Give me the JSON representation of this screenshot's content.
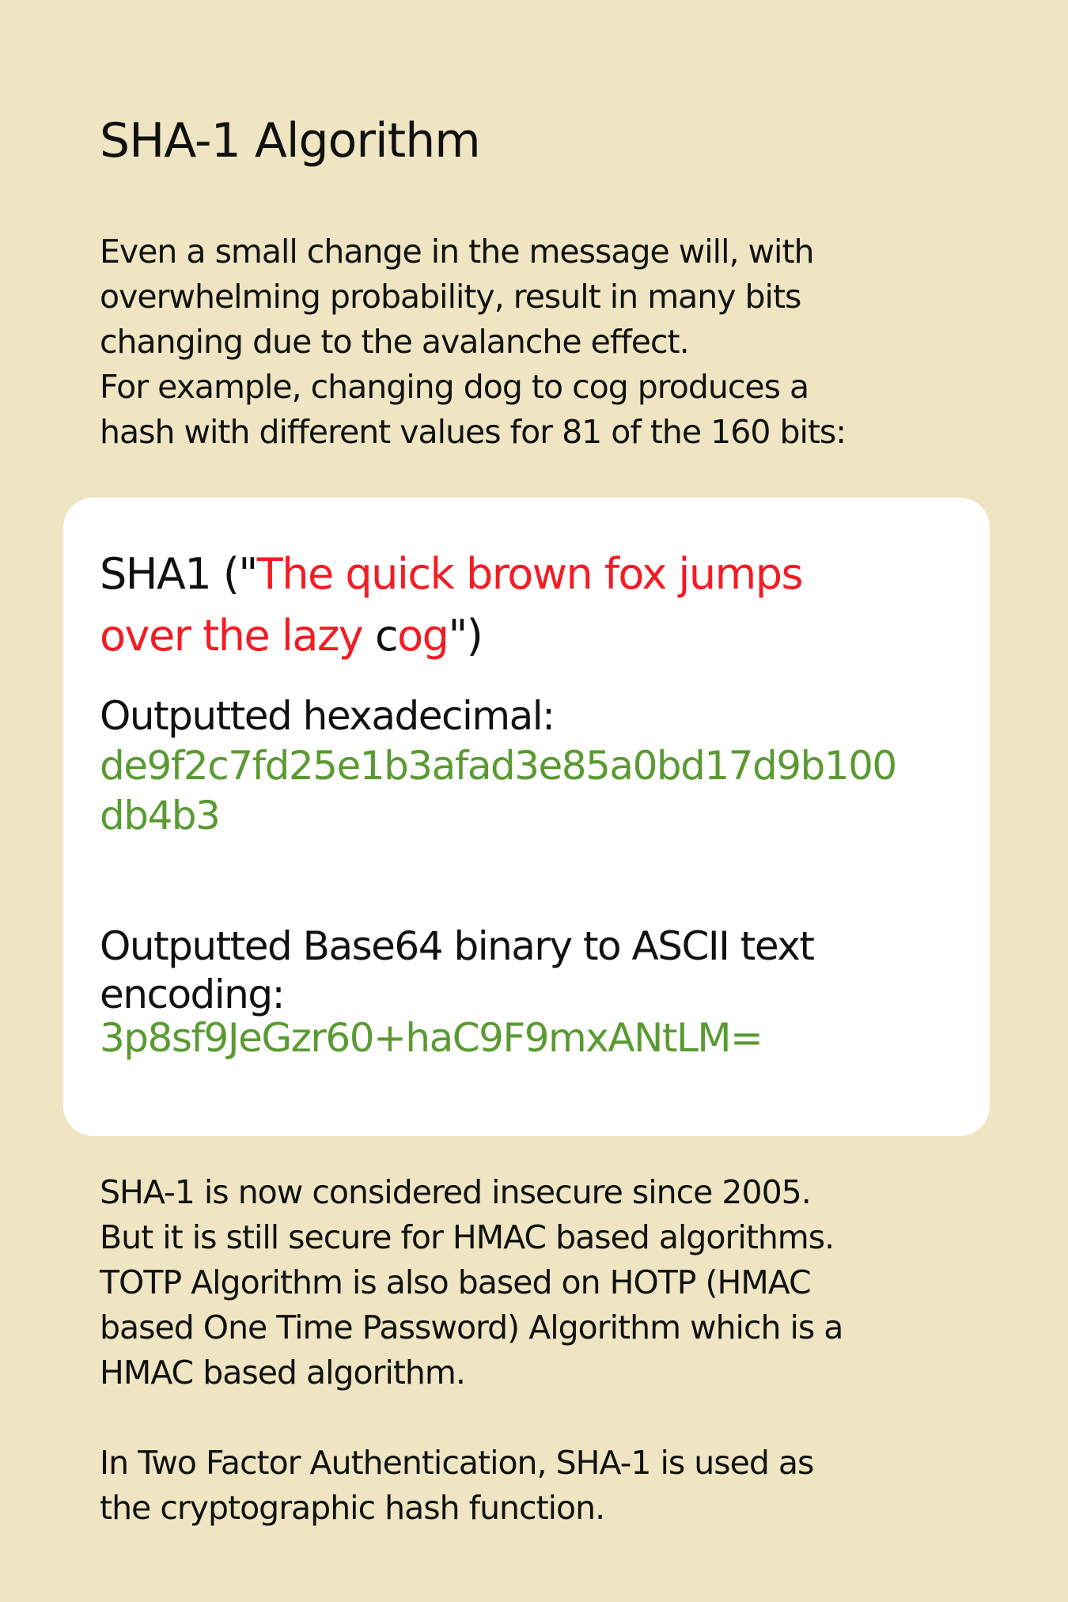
{
  "title": "SHA-1 Algorithm",
  "intro": {
    "lines": [
      "Even a small change in the message will, with",
      "overwhelming probability, result in many bits",
      "changing due to the avalanche effect.",
      "For example, changing dog to cog produces a",
      "hash with different values for 81 of the 160 bits:"
    ]
  },
  "card": {
    "sha_prefix": "SHA1 (\"",
    "message_line1": "The quick brown fox jumps",
    "message_line2_red": "over the lazy ",
    "message_changed_char": "c",
    "message_tail_red": "og",
    "sha_suffix": "\")",
    "hex_label": "Outputted hexadecimal:",
    "hex_line1": "de9f2c7fd25e1b3afad3e85a0bd17d9b100",
    "hex_line2": "db4b3",
    "base64_label_line1": "Outputted Base64 binary to ASCII text",
    "base64_label_line2": "encoding:",
    "base64_value": "3p8sf9JeGzr60+haC9F9mxANtLM="
  },
  "outro": {
    "paragraph1": [
      "SHA-1 is now considered insecure since 2005.",
      "But it is still secure for HMAC based algorithms.",
      "TOTP Algorithm is also based on HOTP (HMAC",
      "based One Time Password) Algorithm which is a",
      "HMAC based algorithm."
    ],
    "paragraph2": [
      "In Two Factor Authentication, SHA-1 is used as",
      "the cryptographic hash function."
    ]
  },
  "colors": {
    "background": "#efe5c2",
    "card": "#ffffff",
    "highlight_red": "#f21d24",
    "output_green": "#5a9a32",
    "text": "#111111"
  }
}
